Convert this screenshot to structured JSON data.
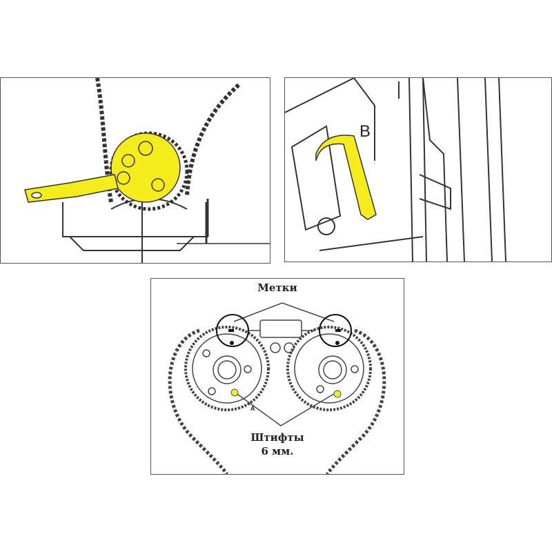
{
  "panel_left": {
    "highlight_color": "#f5ec1c"
  },
  "panel_right": {
    "label_b": "B",
    "highlight_color": "#f5ec1c"
  },
  "panel_bottom": {
    "marks_label": "Метки",
    "pins_label_line1": "Штифты",
    "pins_label_line2": "6 мм.",
    "label_a": "A",
    "pin_color": "#f0f020"
  }
}
